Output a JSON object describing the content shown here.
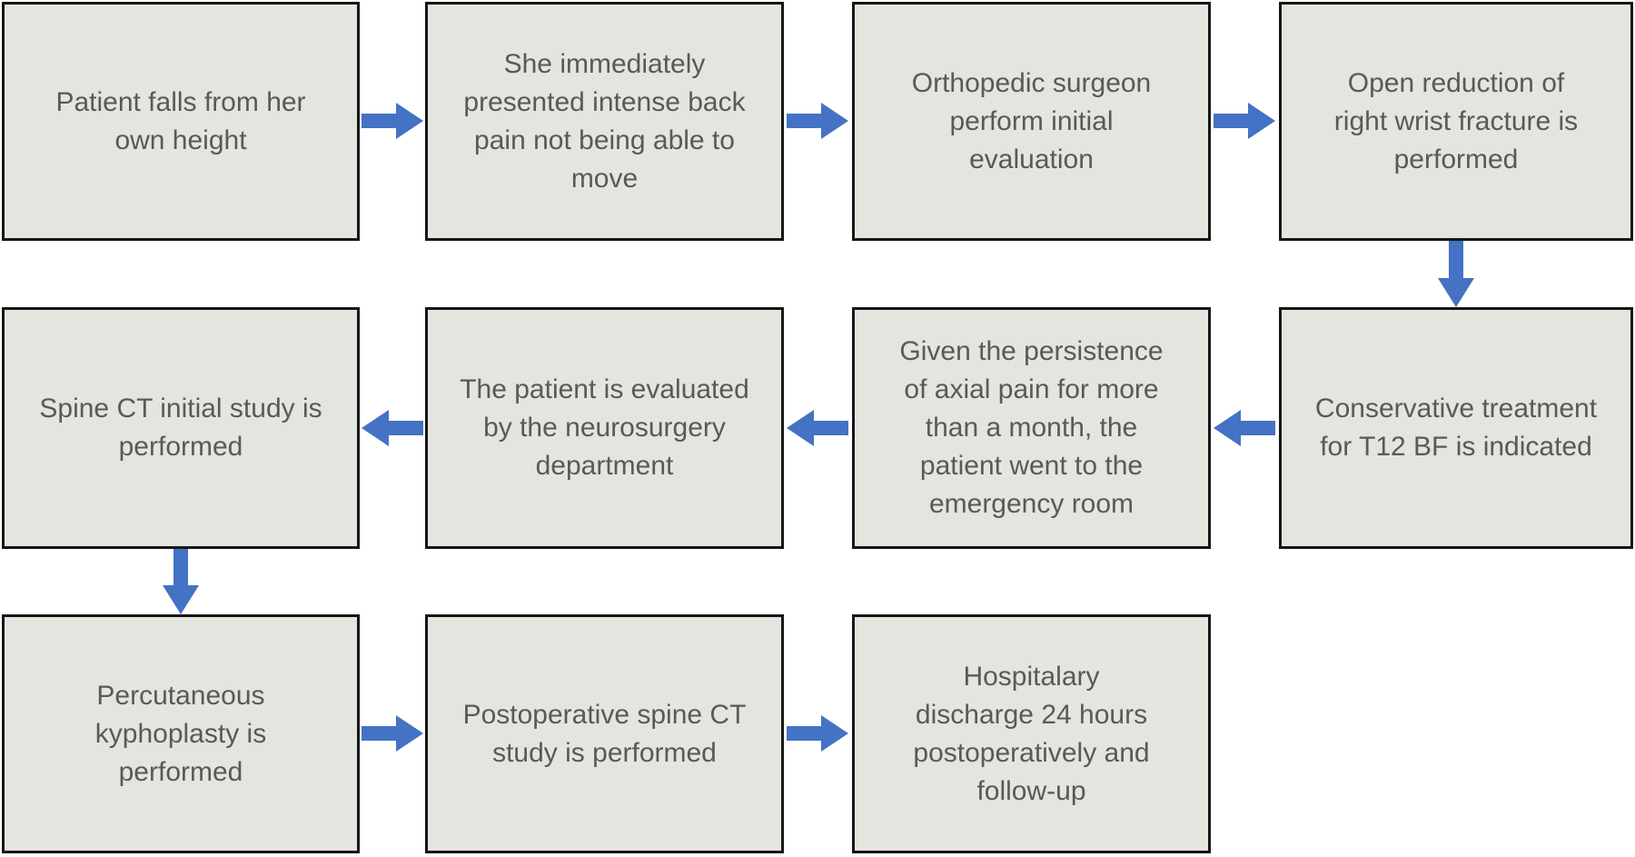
{
  "diagram": {
    "type": "flowchart",
    "flow_pattern": "serpentine",
    "nodes": [
      {
        "step": 1,
        "text": "Patient falls from her\nown height"
      },
      {
        "step": 2,
        "text": "She immediately\npresented intense back\npain not being able to\nmove"
      },
      {
        "step": 3,
        "text": "Orthopedic surgeon\nperform initial\nevaluation"
      },
      {
        "step": 4,
        "text": "Open reduction of\nright wrist fracture is\nperformed"
      },
      {
        "step": 5,
        "text": "Conservative treatment\nfor T12 BF is indicated"
      },
      {
        "step": 6,
        "text": "Given the persistence\nof axial pain for more\nthan a month, the\npatient went to the\nemergency room"
      },
      {
        "step": 7,
        "text": "The patient is evaluated\nby the neurosurgery\ndepartment"
      },
      {
        "step": 8,
        "text": "Spine CT initial study is\nperformed"
      },
      {
        "step": 9,
        "text": "Percutaneous\nkyphoplasty is\nperformed"
      },
      {
        "step": 10,
        "text": "Postoperative spine CT\nstudy is performed"
      },
      {
        "step": 11,
        "text": "Hospitalary\ndischarge 24 hours\npostoperatively and\nfollow-up"
      }
    ],
    "arrows": [
      {
        "from": 1,
        "to": 2,
        "direction": "right"
      },
      {
        "from": 2,
        "to": 3,
        "direction": "right"
      },
      {
        "from": 3,
        "to": 4,
        "direction": "right"
      },
      {
        "from": 4,
        "to": 5,
        "direction": "down"
      },
      {
        "from": 5,
        "to": 6,
        "direction": "left"
      },
      {
        "from": 6,
        "to": 7,
        "direction": "left"
      },
      {
        "from": 7,
        "to": 8,
        "direction": "left"
      },
      {
        "from": 8,
        "to": 9,
        "direction": "down"
      },
      {
        "from": 9,
        "to": 10,
        "direction": "right"
      },
      {
        "from": 10,
        "to": 11,
        "direction": "right"
      }
    ]
  },
  "colors": {
    "box_fill": "#e3e5df",
    "box_border": "#161616",
    "arrow_color": "#4472c4",
    "text_color": "#595959",
    "page_bg": "#ffffff"
  }
}
